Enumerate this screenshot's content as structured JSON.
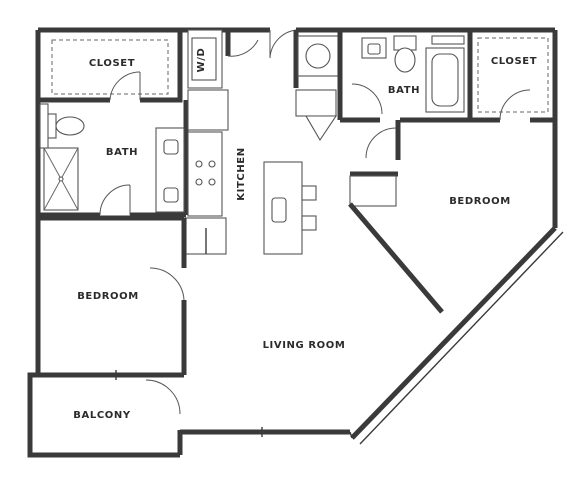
{
  "rooms": {
    "closet_left": "CLOSET",
    "bath_left": "BATH",
    "kitchen": "KITCHEN",
    "washer_dryer": "W/D",
    "bath_right": "BATH",
    "closet_right": "CLOSET",
    "bedroom_right": "BEDROOM",
    "bedroom_left": "BEDROOM",
    "living_room": "LIVING ROOM",
    "balcony": "BALCONY"
  },
  "colors": {
    "wall": "#3a3a3a",
    "background": "#ffffff",
    "label": "#2b2b2b"
  }
}
